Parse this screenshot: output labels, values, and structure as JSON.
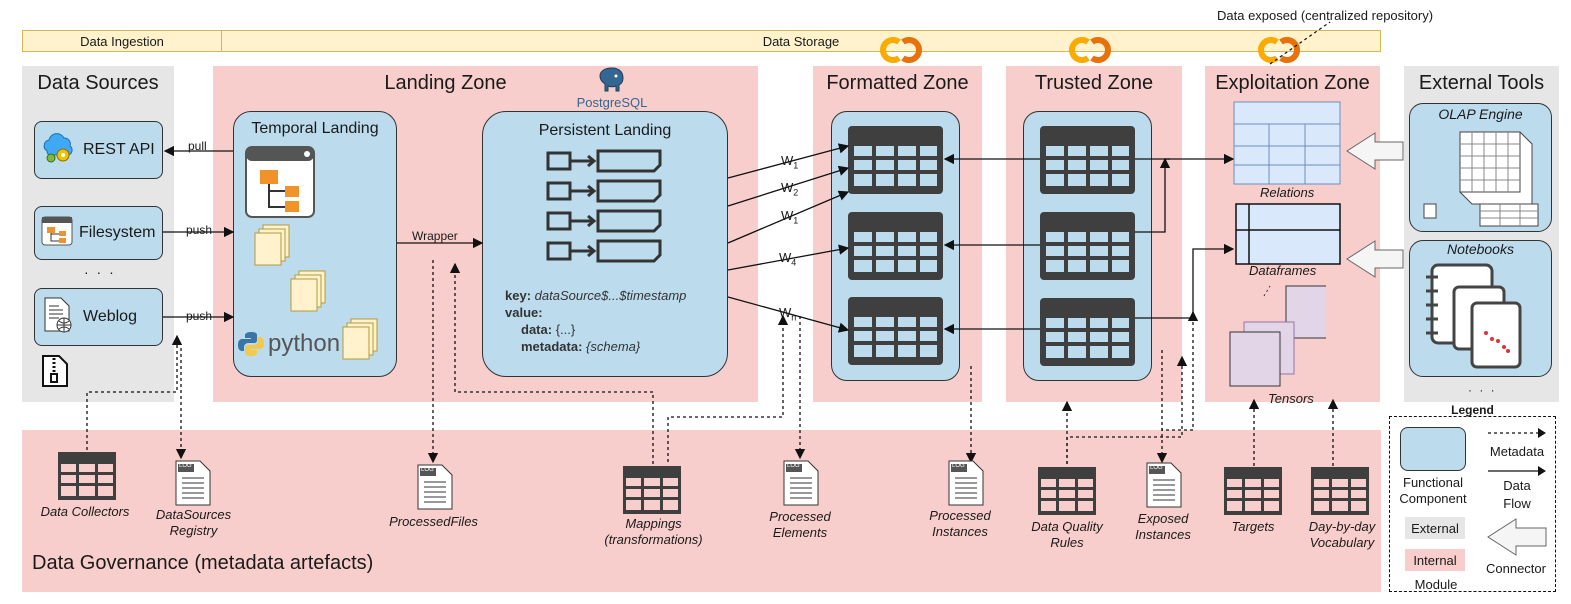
{
  "top_note": "Data exposed (centralized repository)",
  "bands": {
    "ingestion": "Data Ingestion",
    "storage": "Data Storage"
  },
  "sources": {
    "title": "Data Sources",
    "items": [
      {
        "label": "REST API"
      },
      {
        "label": "Filesystem"
      },
      {
        "label": "Weblog"
      }
    ],
    "ellipsis": "· · ·"
  },
  "landing": {
    "title": "Landing Zone",
    "postgres": "PostgreSQL",
    "temporal": {
      "title": "Temporal Landing",
      "python": "python"
    },
    "persistent": {
      "title": "Persistent Landing",
      "kv": {
        "key_label": "key:",
        "key_value": "dataSource$...$timestamp",
        "value_label": "value:",
        "data_label": "data:",
        "data_value": "{...}",
        "meta_label": "metadata:",
        "meta_value": "{schema}"
      }
    },
    "wrapper": "Wrapper"
  },
  "flows": {
    "pull": "pull",
    "push1": "push",
    "push2": "push"
  },
  "wrappers": [
    "W1",
    "W2",
    "W1",
    "W4",
    "Wn"
  ],
  "formatted": {
    "title": "Formatted Zone"
  },
  "trusted": {
    "title": "Trusted Zone"
  },
  "exploitation": {
    "title": "Exploitation Zone",
    "relations": "Relations",
    "dataframes": "Dataframes",
    "tensors": "Tensors"
  },
  "external": {
    "title": "External Tools",
    "olap": "OLAP Engine",
    "notebooks": "Notebooks",
    "ellipsis": "· · ·"
  },
  "governance": {
    "title": "Data Governance (metadata artefacts)",
    "items": [
      {
        "label": "Data Collectors"
      },
      {
        "label": "DataSources\nRegistry"
      },
      {
        "label": "ProcessedFiles"
      },
      {
        "label": "Mappings\n(transformations)"
      },
      {
        "label": "Processed\nElements"
      },
      {
        "label": "Processed\nInstances"
      },
      {
        "label": "Data Quality\nRules"
      },
      {
        "label": "Exposed\nInstances"
      },
      {
        "label": "Targets"
      },
      {
        "label": "Day-by-day\nVocabulary"
      }
    ]
  },
  "legend": {
    "title": "Legend",
    "metadata": "Metadata",
    "data_flow": "Data\nFlow",
    "functional": "Functional\nComponent",
    "external": "External",
    "internal": "Internal",
    "module": "Module",
    "connector": "Connector"
  },
  "log_tag": "LOG",
  "colors": {
    "component": "#bcdcee",
    "internal": "#f8cecc",
    "external": "#e6e6e6",
    "band": "#fff2cc",
    "table": "#3f3f3f",
    "colab": "#f9ab00"
  }
}
